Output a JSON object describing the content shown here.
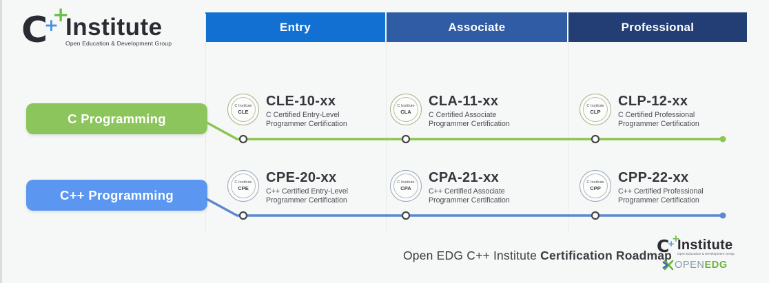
{
  "page": {
    "background": "#f5f8f6"
  },
  "brand": {
    "c": "C",
    "plus_blue": "+",
    "plus_green": "+",
    "name": "Institute",
    "tagline": "Open Education & Development Group"
  },
  "columns": [
    {
      "label": "Entry",
      "color": "#1170d2"
    },
    {
      "label": "Associate",
      "color": "#2f5ca4"
    },
    {
      "label": "Professional",
      "color": "#223e74"
    }
  ],
  "badge_brand": "C Institute",
  "tracks": [
    {
      "label": "C Programming",
      "pill_color": "#8cc55c",
      "line_color": "#8cc550",
      "badge_border": "#a8b28e",
      "certs": [
        {
          "code": "CLE-10-xx",
          "badge_code": "CLE",
          "desc": "C Certified Entry-Level\nProgrammer Certification"
        },
        {
          "code": "CLA-11-xx",
          "badge_code": "CLA",
          "desc": "C Certified Associate\nProgrammer Certification"
        },
        {
          "code": "CLP-12-xx",
          "badge_code": "CLP",
          "desc": "C Certified Professional\nProgrammer Certification"
        }
      ]
    },
    {
      "label": "C++ Programming",
      "pill_color": "#5b97f0",
      "line_color": "#5d88cc",
      "badge_border": "#98a7bd",
      "certs": [
        {
          "code": "CPE-20-xx",
          "badge_code": "CPE",
          "desc": "C++ Certified Entry-Level\nProgrammer Certification"
        },
        {
          "code": "CPA-21-xx",
          "badge_code": "CPA",
          "desc": "C++ Certified Associate\nProgrammer Certification"
        },
        {
          "code": "CPP-22-xx",
          "badge_code": "CPP",
          "desc": "C++ Certified Professional\nProgrammer Certification"
        }
      ]
    }
  ],
  "footer": {
    "caption_regular": "Open EDG C++ Institute ",
    "caption_bold": "Certification Roadmap",
    "mini_name": "Institute",
    "mini_tagline": "Open Education & Development Group",
    "openedg_open": "OPEN",
    "openedg_edg": "EDG",
    "open_color": "#8a97ab",
    "edg_color": "#6cb33e"
  }
}
